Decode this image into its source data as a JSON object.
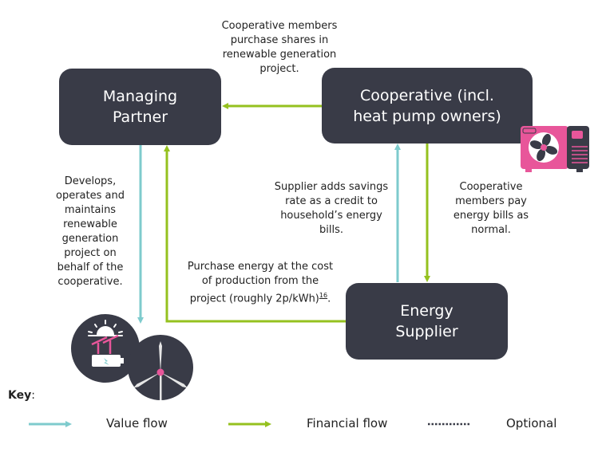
{
  "nodes": {
    "managing_partner": {
      "line1": "Managing",
      "line2": "Partner"
    },
    "cooperative": {
      "line1": "Cooperative (incl.",
      "line2": "heat pump owners)"
    },
    "energy_supplier": {
      "line1": "Energy",
      "line2": "Supplier"
    }
  },
  "labels": {
    "shares": [
      "Cooperative members",
      "purchase shares in",
      "renewable generation",
      "project."
    ],
    "develops": [
      "Develops,",
      "operates and",
      "maintains",
      "renewable",
      "generation",
      "project on",
      "behalf of the",
      "cooperative."
    ],
    "savings": [
      "Supplier adds savings",
      "rate as a credit to",
      "household’s energy",
      "bills."
    ],
    "bills": [
      "Cooperative",
      "members pay",
      "energy bills as",
      "normal."
    ],
    "purchase": {
      "line1": "Purchase energy at the cost",
      "line2": "of production from the",
      "line3_prefix": "project (roughly 2p/kWh)",
      "footnote": "16",
      "line3_suffix": "."
    }
  },
  "icons": {
    "heat_pump": "heat-pump-icon",
    "solar_battery": "solar-battery-icon",
    "wind_turbine": "wind-turbine-icon"
  },
  "colors": {
    "node": "#393b47",
    "value_flow": "#7ecbcd",
    "financial_flow": "#95c11f",
    "accent_pink": "#e8569a"
  },
  "key": {
    "title": "Key",
    "colon": ":",
    "items": [
      {
        "label": "Value flow",
        "style": "value-flow"
      },
      {
        "label": "Financial flow",
        "style": "financial-flow"
      },
      {
        "label": "Optional",
        "style": "dotted"
      }
    ]
  }
}
